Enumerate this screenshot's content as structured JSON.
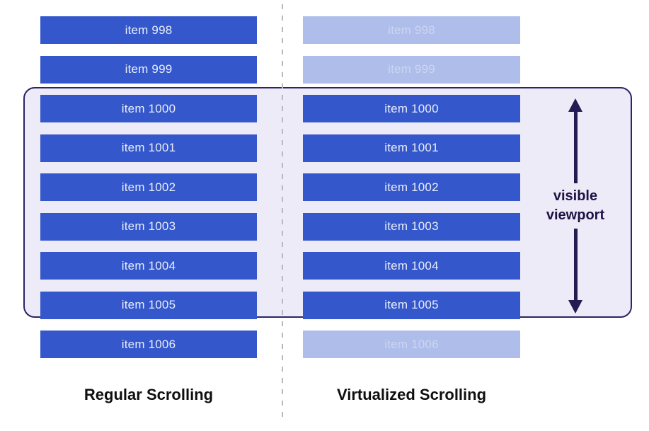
{
  "columns": [
    {
      "label": "Regular Scrolling",
      "items": [
        {
          "label": "item 998",
          "state": "normal"
        },
        {
          "label": "item 999",
          "state": "normal"
        },
        {
          "label": "item 1000",
          "state": "normal"
        },
        {
          "label": "item 1001",
          "state": "normal"
        },
        {
          "label": "item 1002",
          "state": "normal"
        },
        {
          "label": "item 1003",
          "state": "normal"
        },
        {
          "label": "item 1004",
          "state": "normal"
        },
        {
          "label": "item 1005",
          "state": "normal"
        },
        {
          "label": "item 1006",
          "state": "normal"
        }
      ]
    },
    {
      "label": "Virtualized Scrolling",
      "items": [
        {
          "label": "item 998",
          "state": "faded"
        },
        {
          "label": "item 999",
          "state": "faded"
        },
        {
          "label": "item 1000",
          "state": "normal"
        },
        {
          "label": "item 1001",
          "state": "normal"
        },
        {
          "label": "item 1002",
          "state": "normal"
        },
        {
          "label": "item 1003",
          "state": "normal"
        },
        {
          "label": "item 1004",
          "state": "normal"
        },
        {
          "label": "item 1005",
          "state": "normal"
        },
        {
          "label": "item 1006",
          "state": "faded"
        }
      ]
    }
  ],
  "viewport": {
    "label": "visible viewport"
  },
  "colors": {
    "item_blue": "#3457cb",
    "item_faded_blue": "#aebdea",
    "item_text": "#e9eef9",
    "item_text_faded": "#cdd6f1",
    "viewport_fill": "#edebf7",
    "viewport_border": "#2d2366",
    "arrow": "#251a51",
    "viewport_label_text": "#1e1245",
    "divider": "#b9b9bf",
    "column_label_text": "#0f0f0f"
  }
}
